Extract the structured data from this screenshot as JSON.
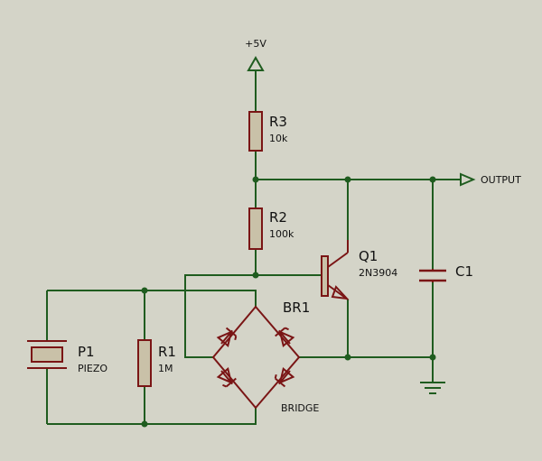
{
  "colors": {
    "background": "#d4d4c8",
    "wire": "#1f5c1f",
    "component": "#7a1515",
    "body_fill": "#c9c1a8",
    "text": "#111111"
  },
  "power": {
    "label": "+5V"
  },
  "output": {
    "label": "OUTPUT"
  },
  "components": {
    "r3": {
      "ref": "R3",
      "value": "10k"
    },
    "r2": {
      "ref": "R2",
      "value": "100k"
    },
    "r1": {
      "ref": "R1",
      "value": "1M"
    },
    "q1": {
      "ref": "Q1",
      "value": "2N3904"
    },
    "c1": {
      "ref": "C1"
    },
    "p1": {
      "ref": "P1",
      "value": "PIEZO"
    },
    "br1": {
      "ref": "BR1",
      "value": "BRIDGE"
    }
  }
}
